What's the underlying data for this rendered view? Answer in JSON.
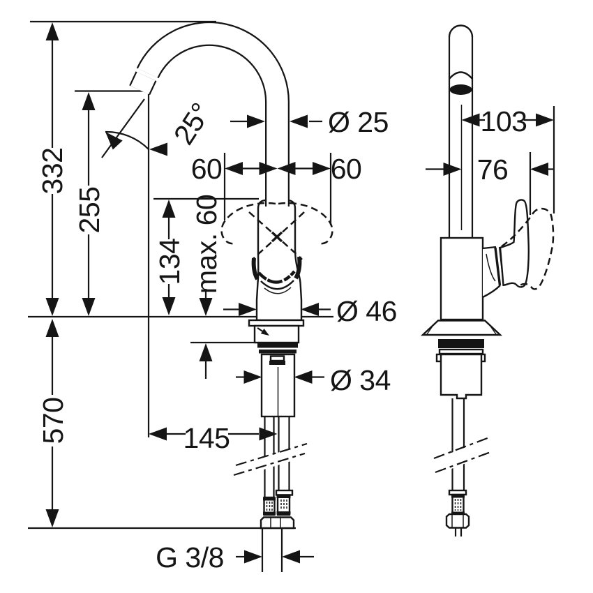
{
  "drawing": {
    "title": "faucet-dimension-drawing",
    "front_view": {
      "total_height": "332",
      "spout_outlet_height": "255",
      "under_counter_length": "570",
      "body_height": "134",
      "max_counter_thickness": "max. 60",
      "swing_left": "60",
      "swing_right": "60",
      "spout_angle": "25°",
      "spout_pipe_diameter": "Ø 25",
      "body_diameter": "Ø 46",
      "shank_diameter": "Ø 34",
      "hose_center_offset": "145",
      "connection_thread": "G 3/8"
    },
    "side_view": {
      "depth_to_handle_max": "103",
      "depth_to_body": "76"
    }
  }
}
